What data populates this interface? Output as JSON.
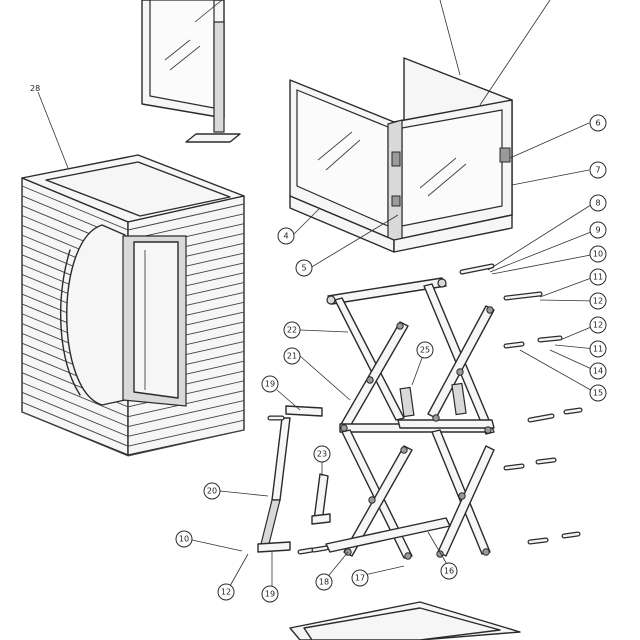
{
  "callouts": [
    {
      "id": "c28",
      "label": "28"
    },
    {
      "id": "c6",
      "label": "6"
    },
    {
      "id": "c7",
      "label": "7"
    },
    {
      "id": "c8",
      "label": "8"
    },
    {
      "id": "c9",
      "label": "9"
    },
    {
      "id": "c10a",
      "label": "10"
    },
    {
      "id": "c11a",
      "label": "11"
    },
    {
      "id": "c12a",
      "label": "12"
    },
    {
      "id": "c12b",
      "label": "12"
    },
    {
      "id": "c11b",
      "label": "11"
    },
    {
      "id": "c14",
      "label": "14"
    },
    {
      "id": "c15",
      "label": "15"
    },
    {
      "id": "c4",
      "label": "4"
    },
    {
      "id": "c5",
      "label": "5"
    },
    {
      "id": "c22",
      "label": "22"
    },
    {
      "id": "c21",
      "label": "21"
    },
    {
      "id": "c25",
      "label": "25"
    },
    {
      "id": "c19a",
      "label": "19"
    },
    {
      "id": "c23",
      "label": "23"
    },
    {
      "id": "c20",
      "label": "20"
    },
    {
      "id": "c10b",
      "label": "10"
    },
    {
      "id": "c12c",
      "label": "12"
    },
    {
      "id": "c19b",
      "label": "19"
    },
    {
      "id": "c18",
      "label": "18"
    },
    {
      "id": "c17",
      "label": "17"
    },
    {
      "id": "c16",
      "label": "16"
    }
  ]
}
